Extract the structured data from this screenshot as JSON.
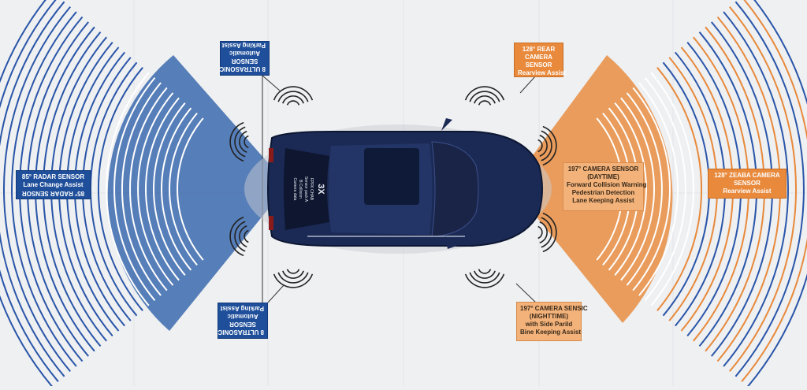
{
  "colors": {
    "background": "#eef0f2",
    "radar_blue": "#1f4f9a",
    "wave_blue": "#2a55a8",
    "camera_orange": "#e8893b",
    "car_body": "#1b2a55"
  },
  "car": {
    "windshield_text": [
      "3X",
      "FPFK CHAB",
      "Sensor pack A",
      "B Collision",
      "Camera data"
    ]
  },
  "labels": {
    "left_radar": {
      "lines": [
        "85° RADAR SENSOR",
        "Lane Change Assist"
      ],
      "flipped_line": "85° RADAR SENSOR"
    },
    "top_ultrasonic": {
      "lines": [
        "8 ULTRASONIC",
        "SENSOR",
        "Automatic",
        "Parking Assist"
      ]
    },
    "bottom_ultrasonic": {
      "lines": [
        "8 ULTRASONIC",
        "SENSOR",
        "Automatic",
        "Parking Assist"
      ]
    },
    "top_camera": {
      "lines": [
        "128° REAR",
        "CAMERA",
        "SENSOR",
        "Rearview Assist"
      ]
    },
    "front_camera": {
      "lines": [
        "197° CAMERA SENSOR",
        "(DAYTIME)",
        "Forward Collision Warning",
        "Pedestrian Detection",
        "Lane Keeping Assist"
      ]
    },
    "right_camera": {
      "lines": [
        "128° ZEABA CAMERA",
        "SENSOR",
        "Rearview Assist"
      ]
    },
    "bottom_camera": {
      "lines": [
        "197° CAMERA SENSIC",
        "(NIGHTTIME)",
        "with Side Parild",
        "Bine Keeping Assist"
      ]
    }
  }
}
